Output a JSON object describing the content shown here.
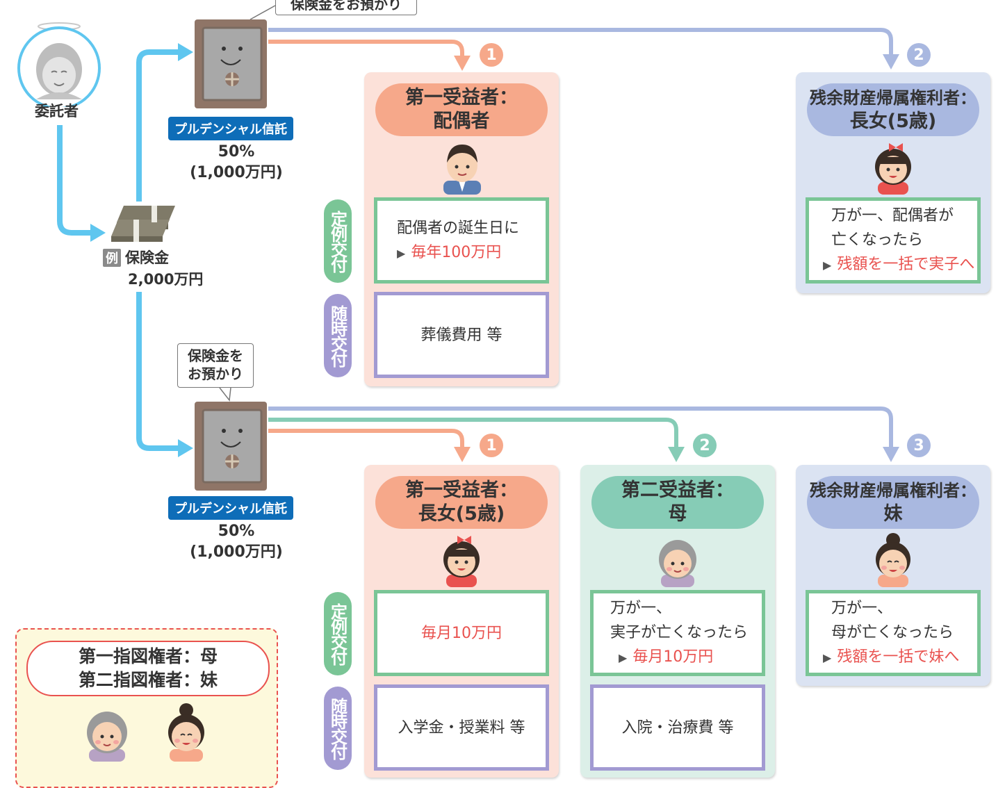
{
  "settlor": {
    "label": "委託者"
  },
  "insurance": {
    "prefix": "例",
    "label": "保険金",
    "amount": "2,000万円"
  },
  "trusts": [
    {
      "company": "プルデンシャル信託",
      "pct": "50%",
      "amount": "(1,000万円)",
      "callout": "保険金をお預かり"
    },
    {
      "company": "プルデンシャル信託",
      "pct": "50%",
      "amount": "(1,000万円)",
      "callout_line1": "保険金を",
      "callout_line2": "お預かり"
    }
  ],
  "badges": {
    "one": "1",
    "two": "2",
    "three": "3"
  },
  "side_labels": {
    "regular": "定例交付",
    "occasional": "随時交付"
  },
  "top": {
    "first": {
      "title_line1": "第一受益者：",
      "title_line2": "配偶者",
      "regular_line1": "配偶者の誕生日に",
      "regular_line2": "毎年100万円",
      "occasional": "葬儀費用 等"
    },
    "residual": {
      "title_line1": "残余財産帰属権利者：",
      "title_line2": "長女(5歳)",
      "line1": "万が一、配偶者が",
      "line2": "亡くなったら",
      "line3": "残額を一括で実子へ"
    }
  },
  "bottom": {
    "first": {
      "title_line1": "第一受益者：",
      "title_line2": "長女(5歳)",
      "regular": "毎月10万円",
      "occasional": "入学金・授業料 等"
    },
    "second": {
      "title_line1": "第二受益者：",
      "title_line2": "母",
      "line1": "万が一、",
      "line2": "実子が亡くなったら",
      "line3": "毎月10万円",
      "occasional": "入院・治療費 等"
    },
    "residual": {
      "title_line1": "残余財産帰属権利者：",
      "title_line2": "妹",
      "line1": "万が一、",
      "line2": "母が亡くなったら",
      "line3": "残額を一括で妹へ"
    }
  },
  "instructors": {
    "line1": "第一指図権者：母",
    "line2": "第二指図権者：妹"
  },
  "colors": {
    "flow_blue": "#5fc6ef",
    "pink": "#f6a88a",
    "green": "#86ccb6",
    "blue": "#a9b8e0",
    "trust_blue": "#0e6db8",
    "red_text": "#e9524f"
  }
}
